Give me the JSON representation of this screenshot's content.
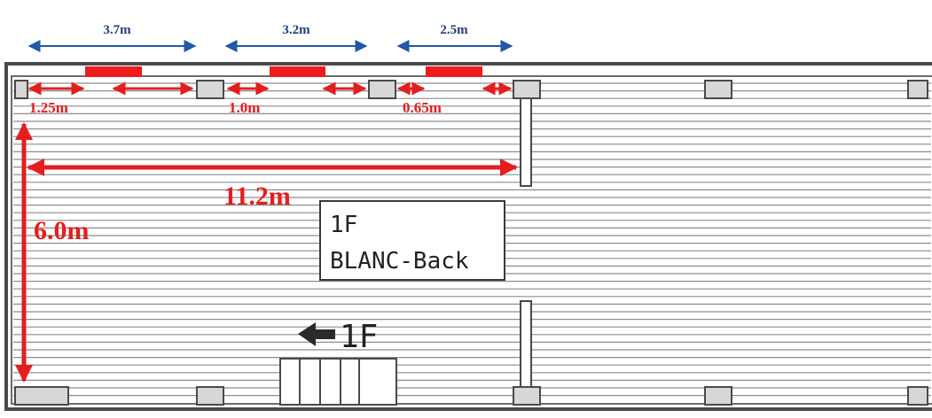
{
  "top_dimensions": {
    "bay_1": "3.7m",
    "bay_2": "3.2m",
    "bay_3": "2.5m"
  },
  "window_offsets": {
    "bay_1": "1.25m",
    "bay_2": "1.0m",
    "bay_3": "0.65m"
  },
  "overall": {
    "width": "11.2m",
    "depth": "6.0m"
  },
  "room": {
    "floor": "1F",
    "name": "BLANC-Back"
  },
  "stairs": {
    "label": "1F"
  },
  "colors": {
    "blue_dimension": "#1f5aa6",
    "red_dimension": "#e41e1e",
    "wall": "#4a4a4a",
    "pillar_fill": "#d7d7d7",
    "floor_lines": "#8c8c8c"
  }
}
